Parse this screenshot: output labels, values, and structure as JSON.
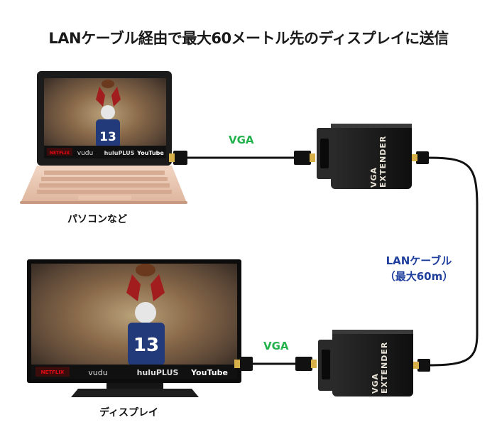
{
  "title": "LANケーブル経由で最大60メートル先のディスプレイに送信",
  "labels": {
    "vga_top": "VGA",
    "vga_bottom": "VGA",
    "pc_caption": "パソコンなど",
    "display_caption": "ディスプレイ",
    "lan_line1": "LANケーブル",
    "lan_line2": "（最大60m）"
  },
  "devices": {
    "extender_label": "VGA EXTENDER",
    "jersey_number": "13",
    "apps": [
      "NETFLIX",
      "vudu",
      "huluPLUS",
      "YouTube"
    ]
  },
  "colors": {
    "vga_label": "#22b14c",
    "lan_label": "#1f3f9e",
    "cable": "#111111",
    "extender_body": "#1c1c1c"
  }
}
